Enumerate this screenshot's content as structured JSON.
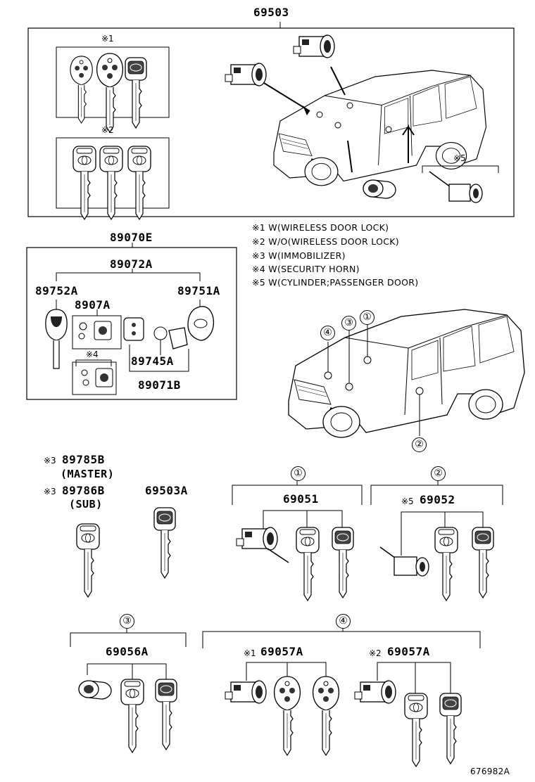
{
  "top_part": "69503",
  "star1": "※1",
  "star2": "※2",
  "star4": "※4",
  "star5": "※5",
  "kit_part": "89070E",
  "transmitter_part": "89072A",
  "key_left_part": "89752A",
  "key_right_part": "89751A",
  "case_part": "8907A",
  "cover_part": "89745A",
  "board_part": "89071B",
  "legend": [
    "※1 W(WIRELESS DOOR LOCK)",
    "※2 W/O(WIRELESS DOOR LOCK)",
    "※3 W(IMMOBILIZER)",
    "※4 W(SECURITY HORN)",
    "※5 W(CYLINDER;PASSENGER DOOR)"
  ],
  "callouts": [
    "①",
    "②",
    "③",
    "④"
  ],
  "master": {
    "mark": "※3",
    "part": "89785B",
    "note": "(MASTER)"
  },
  "sub": {
    "mark": "※3",
    "part": "89786B",
    "note": "(SUB)"
  },
  "key_blank_part": "69503A",
  "set1": {
    "circle": "①",
    "part": "69051"
  },
  "set2": {
    "circle": "②",
    "mark": "※5",
    "part": "69052"
  },
  "set3": {
    "circle": "③",
    "part": "69056A"
  },
  "set4": {
    "circle": "④"
  },
  "set4a": {
    "mark": "※1",
    "part": "69057A"
  },
  "set4b": {
    "mark": "※2",
    "part": "69057A"
  },
  "drawing_id": "676982A"
}
